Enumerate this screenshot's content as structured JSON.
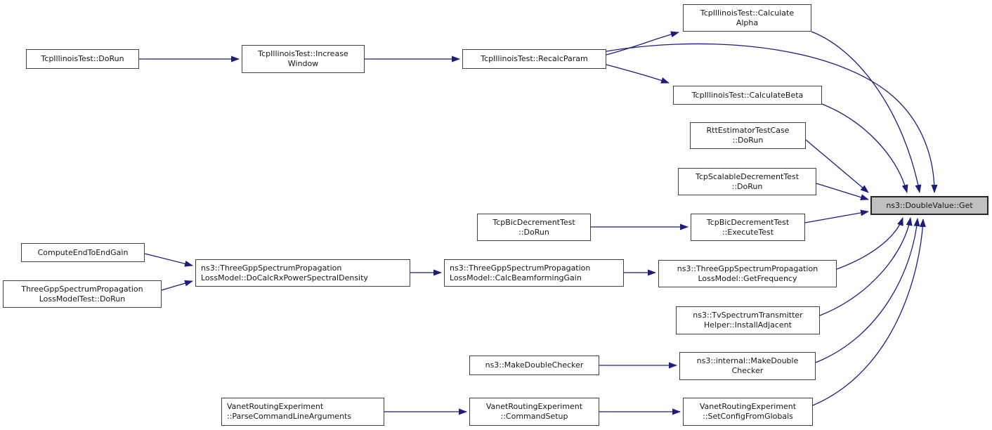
{
  "diagram": {
    "type": "doxygen-caller-graph",
    "focus_node": "ns3::DoubleValue::Get",
    "colors": {
      "edge": "#1c1c82",
      "node_border": "#404040",
      "node_fill": "#ffffff",
      "focus_fill": "#c0c0c0",
      "focus_border": "#262626",
      "text": "#161616",
      "background": "#ffffff"
    }
  },
  "nodes": {
    "illinois_dorun": {
      "label": "TcpIllinoisTest::DoRun"
    },
    "increase_window": {
      "label": "TcpIllinoisTest::Increase\nWindow"
    },
    "recalc_param": {
      "label": "TcpIllinoisTest::RecalcParam"
    },
    "calc_alpha": {
      "label": "TcpIllinoisTest::Calculate\nAlpha"
    },
    "calc_beta": {
      "label": "TcpIllinoisTest::CalculateBeta"
    },
    "rtt_dorun": {
      "label": "RttEstimatorTestCase\n::DoRun"
    },
    "scalable_dorun": {
      "label": "TcpScalableDecrementTest\n::DoRun"
    },
    "double_value_get": {
      "label": "ns3::DoubleValue::Get"
    },
    "bic_dorun": {
      "label": "TcpBicDecrementTest\n::DoRun"
    },
    "bic_execute": {
      "label": "TcpBicDecrementTest\n::ExecuteTest"
    },
    "compute_gain": {
      "label": "ComputeEndToEndGain"
    },
    "docalc": {
      "label": "ns3::ThreeGppSpectrumPropagation\nLossModel::DoCalcRxPowerSpectralDensity"
    },
    "threegpp_test_dorun": {
      "label": "ThreeGppSpectrumPropagation\nLossModelTest::DoRun"
    },
    "calc_beamforming": {
      "label": "ns3::ThreeGppSpectrumPropagation\nLossModel::CalcBeamformingGain"
    },
    "get_frequency": {
      "label": "ns3::ThreeGppSpectrumPropagation\nLossModel::GetFrequency"
    },
    "install_adjacent": {
      "label": "ns3::TvSpectrumTransmitter\nHelper::InstallAdjacent"
    },
    "make_checker": {
      "label": "ns3::MakeDoubleChecker"
    },
    "internal_make_checker": {
      "label": "ns3::internal::MakeDouble\nChecker"
    },
    "parse_cmdline": {
      "label": "VanetRoutingExperiment\n::ParseCommandLineArguments"
    },
    "command_setup": {
      "label": "VanetRoutingExperiment\n::CommandSetup"
    },
    "set_config": {
      "label": "VanetRoutingExperiment\n::SetConfigFromGlobals"
    }
  },
  "edges": [
    {
      "from": "illinois_dorun",
      "to": "increase_window"
    },
    {
      "from": "increase_window",
      "to": "recalc_param"
    },
    {
      "from": "recalc_param",
      "to": "calc_alpha"
    },
    {
      "from": "recalc_param",
      "to": "calc_beta"
    },
    {
      "from": "recalc_param",
      "to": "double_value_get"
    },
    {
      "from": "calc_alpha",
      "to": "double_value_get"
    },
    {
      "from": "calc_beta",
      "to": "double_value_get"
    },
    {
      "from": "rtt_dorun",
      "to": "double_value_get"
    },
    {
      "from": "scalable_dorun",
      "to": "double_value_get"
    },
    {
      "from": "bic_dorun",
      "to": "bic_execute"
    },
    {
      "from": "bic_execute",
      "to": "double_value_get"
    },
    {
      "from": "compute_gain",
      "to": "docalc"
    },
    {
      "from": "threegpp_test_dorun",
      "to": "docalc"
    },
    {
      "from": "docalc",
      "to": "calc_beamforming"
    },
    {
      "from": "calc_beamforming",
      "to": "get_frequency"
    },
    {
      "from": "get_frequency",
      "to": "double_value_get"
    },
    {
      "from": "install_adjacent",
      "to": "double_value_get"
    },
    {
      "from": "make_checker",
      "to": "internal_make_checker"
    },
    {
      "from": "internal_make_checker",
      "to": "double_value_get"
    },
    {
      "from": "parse_cmdline",
      "to": "command_setup"
    },
    {
      "from": "command_setup",
      "to": "set_config"
    },
    {
      "from": "set_config",
      "to": "double_value_get"
    }
  ]
}
